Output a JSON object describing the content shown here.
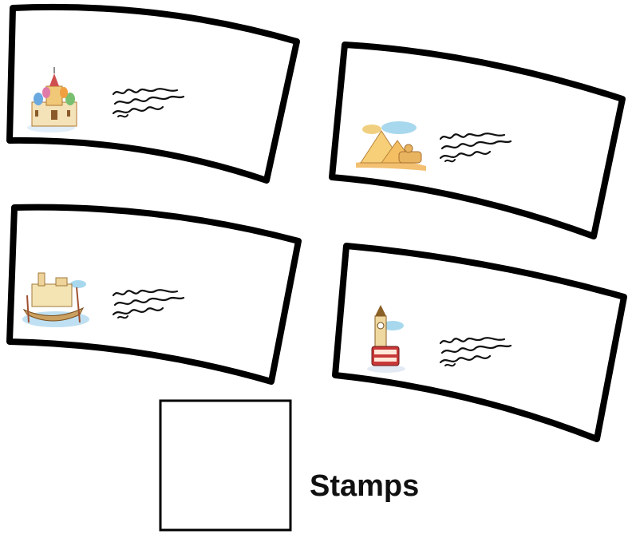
{
  "caption": "Stamps",
  "colors": {
    "ink": "#000000",
    "paper": "#ffffff"
  },
  "postcards": [
    {
      "illustration": "moscow-cathedral-illustration"
    },
    {
      "illustration": "egypt-pyramids-sphinx-illustration"
    },
    {
      "illustration": "venice-gondola-illustration"
    },
    {
      "illustration": "london-big-ben-bus-illustration"
    }
  ],
  "stamp_box": {
    "content": ""
  }
}
